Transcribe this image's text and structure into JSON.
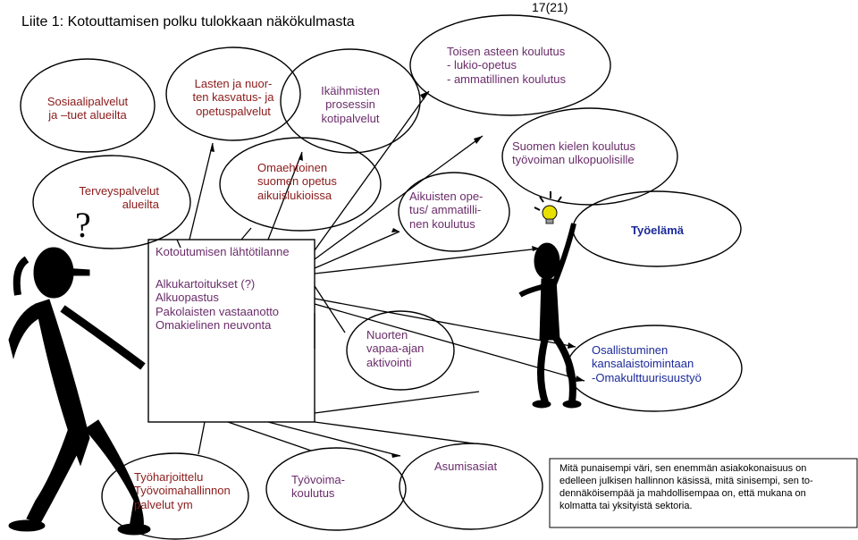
{
  "header": {
    "title": "Liite 1: Kotouttamisen polku tulokkaan näkökulmasta",
    "page": "17(21)"
  },
  "nodes": {
    "sosiaalipalvelut": [
      "Sosiaalipalvelut",
      "ja –tuet alueilta"
    ],
    "lasten": [
      "Lasten ja nuor-",
      "ten kasvatus- ja",
      "opetuspalvelut"
    ],
    "ikaihmisten": [
      "Ikäihmisten",
      "prosessin",
      "kotipalvelut"
    ],
    "toisen_asteen": [
      "Toisen asteen koulutus",
      "- lukio-opetus",
      "- ammatillinen koulutus"
    ],
    "terveyspalvelut": [
      "Terveyspalvelut",
      "alueilta"
    ],
    "omaehtoinen": [
      "Omaehtoinen",
      "suomen opetus",
      "aikuislukioissa"
    ],
    "aikuisten": [
      "Aikuisten ope-",
      "tus/ ammatilli-",
      "nen koulutus"
    ],
    "suomen_kielen": [
      "Suomen kielen koulutus",
      "työvoiman ulkopuolisille"
    ],
    "tyoelama": "Työelämä",
    "lahtotilanne": {
      "heading": "Kotoutumisen lähtötilanne",
      "items": [
        "Alkukartoitukset (?)",
        "Alkuopastus",
        "Pakolaisten vastaanotto",
        "Omakielinen neuvonta"
      ]
    },
    "nuorten": [
      "Nuorten",
      "vapaa-ajan",
      "aktivointi"
    ],
    "osallistuminen": [
      "Osallistuminen",
      "kansalaistoimintaan",
      "-Omakulttuurisuustyö"
    ],
    "tyoharjoittelu": [
      "Työharjoittelu",
      "Työvoimahallinnon",
      "palvelut ym"
    ],
    "tyovoimakoulutus": [
      "Työvoima-",
      "koulutus"
    ],
    "asumisasiat": "Asumisasiat",
    "note": [
      "Mitä punaisempi väri, sen enemmän asiakokonaisuus on",
      "edelleen julkisen hallinnon käsissä, mitä sinisempi, sen to-",
      "dennäköisempää ja mahdollisempaa on, että mukana on",
      "kolmatta tai yksityistä sektoria."
    ]
  },
  "symbols": {
    "question_mark": "?"
  },
  "colors": {
    "most_public": "#8b1a1a",
    "mixed": "#6a2c6a",
    "most_private": "#1c2a9a",
    "outline": "#000000"
  },
  "icons": [
    "thinking-figure-icon",
    "pointing-figure-icon",
    "lightbulb-icon"
  ]
}
